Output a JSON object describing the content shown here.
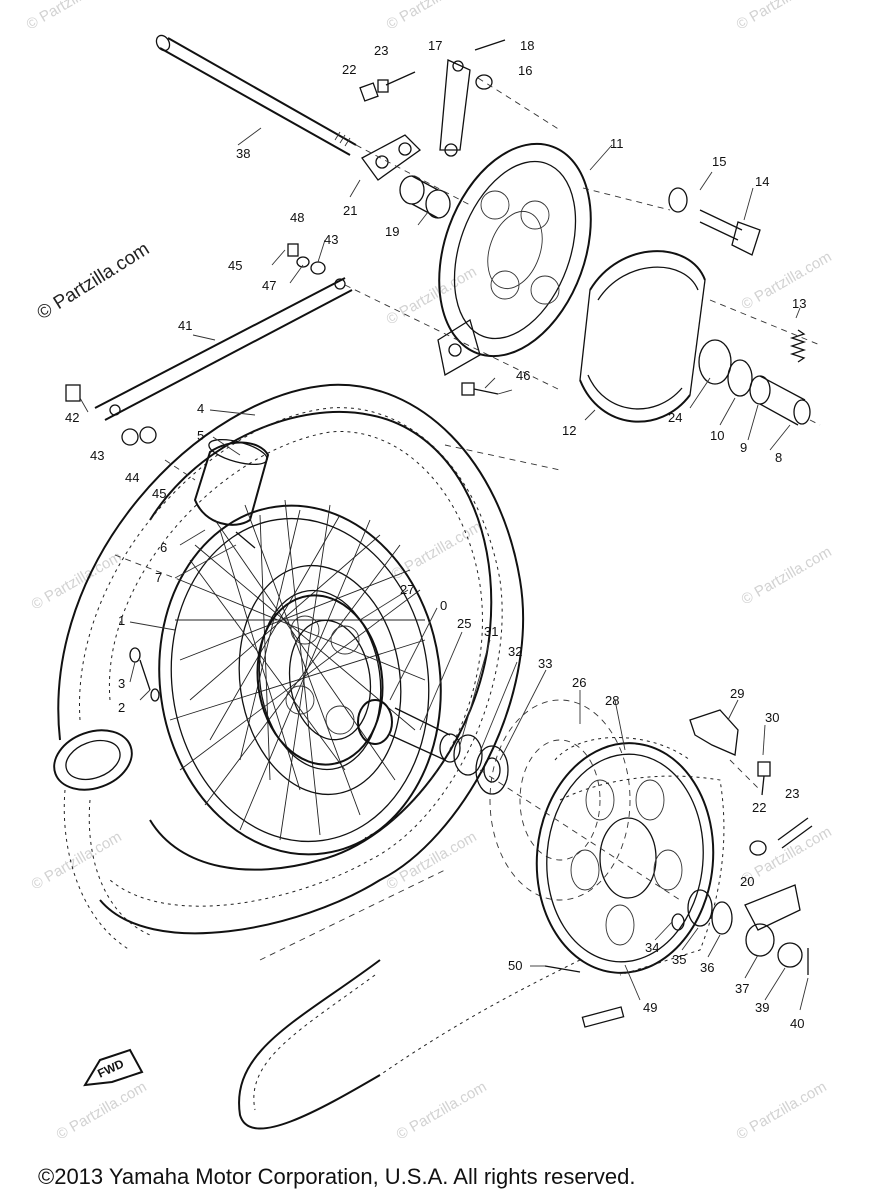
{
  "watermark": {
    "text": "© Partzilla.com"
  },
  "fwd_label": "FWD",
  "copyright": "©2013 Yamaha Motor Corporation, U.S.A. All rights reserved.",
  "callouts": {
    "n1": "1",
    "n2": "2",
    "n3": "3",
    "n4": "4",
    "n5": "5",
    "n6": "6",
    "n7": "7",
    "n8": "8",
    "n9": "9",
    "n10": "10",
    "n11": "11",
    "n12": "12",
    "n13": "13",
    "n14": "14",
    "n15": "15",
    "n16": "16",
    "n17": "17",
    "n18": "18",
    "n19": "19",
    "n20": "20",
    "n21": "21",
    "n22a": "22",
    "n22b": "22",
    "n23a": "23",
    "n23b": "23",
    "n24": "24",
    "n25": "25",
    "n26": "26",
    "n27": "27",
    "n28": "28",
    "n29": "29",
    "n30": "30",
    "n31": "31",
    "n32": "32",
    "n33": "33",
    "n34": "34",
    "n35": "35",
    "n36": "36",
    "n37": "37",
    "n38": "38",
    "n39": "39",
    "n40": "40",
    "n41": "41",
    "n42": "42",
    "n43a": "43",
    "n43b": "43",
    "n44": "44",
    "n45a": "45",
    "n45b": "45",
    "n46": "46",
    "n47": "47",
    "n48": "48",
    "n49": "49",
    "n50": "50",
    "n01": "0"
  }
}
